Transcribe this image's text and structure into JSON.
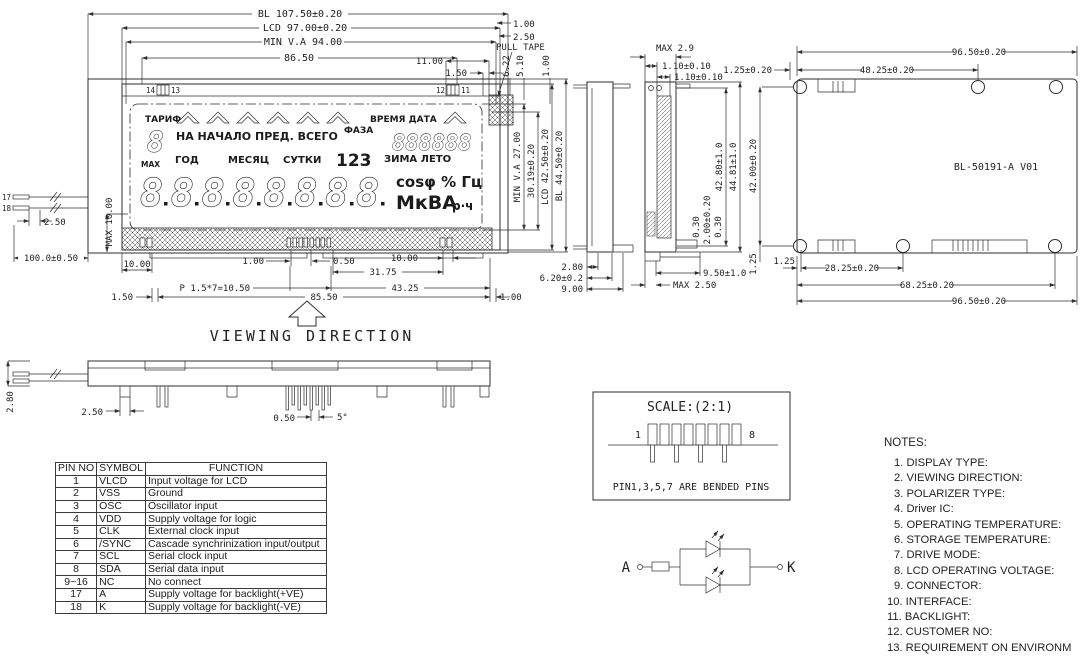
{
  "drawing": {
    "part_number": "BL-50191-A V01",
    "viewing_direction": "VIEWING DIRECTION"
  },
  "front": {
    "bl_w": "BL 107.50±0.20",
    "lcd_w": "LCD 97.00±0.20",
    "va_w": "MIN V.A 94.00",
    "d86": "86.50",
    "d11": "11.00",
    "d15t": "1.50",
    "d1tr": "1.00",
    "d25tr": "2.50",
    "pull_tape": "PULL TAPE",
    "d622": "6.22",
    "d510": "5.10",
    "d1r": "1.00",
    "m14": "14",
    "m13": "13",
    "m12": "12",
    "m11": "11",
    "p17": "17",
    "p18": "18",
    "d25l": "2.50",
    "d100": "100.0±0.50",
    "max10": "MAX 10.00",
    "va_h": "MIN V.A 27.00",
    "d3019": "30.19±0.20",
    "lcd_h": "LCD 42.50±0.20",
    "bl_h": "BL 44.50±0.20",
    "d10a": "10.00",
    "d1b": "1.00",
    "d05": "0.50",
    "d10b": "10.00",
    "d3175": "31.75",
    "pitch": "P 1.5*7=10.50",
    "d4325": "43.25",
    "d15b": "1.50",
    "d8550": "85.50",
    "d1c": "1.00"
  },
  "lcd": {
    "tarif": "ТАРИФ",
    "vremya": "ВРЕМЯ ДАТА",
    "nachalo": "НА НАЧАЛО ПРЕД. ВСЕГО",
    "faza": "ФАЗА",
    "digits6": "888888",
    "max": "MAX",
    "god": "ГОД",
    "mesyac": "МЕСЯЦ",
    "sutki": "СУТКИ",
    "n123": "123",
    "zima": "ЗИМА ЛЕТО",
    "digit1": "8",
    "digits8": "88888888",
    "cosphi": "cosφ % Гц",
    "units": "МкВА",
    "units_sub": "р·ч"
  },
  "side": {
    "max29": "MAX 2.9",
    "d110a": "1.10±0.10",
    "d110b": "1.10±0.10",
    "d4280": "42.80±1.0",
    "d4481": "44.81±1.0",
    "d030a": "0.30",
    "d200": "2.00±0.20",
    "d030b": "0.30",
    "d280": "2.80",
    "d620": "6.20±0.2",
    "d900": "9.00",
    "d950": "9.50±1.0",
    "max250": "MAX 2.50"
  },
  "back": {
    "d9650t": "96.50±0.20",
    "d4825": "48.25±0.20",
    "d125t": "1.25±0.20",
    "d4200": "42.00±0.20",
    "d125l": "1.25",
    "d125b": "1.25",
    "d2825": "28.25±0.20",
    "d6825": "68.25±0.20",
    "d9650b": "96.50±0.20"
  },
  "bottom": {
    "d280": "2.80",
    "d250": "2.50",
    "d050": "0.50",
    "d5": "5°"
  },
  "pin_table": {
    "headers": [
      "PIN NO",
      "SYMBOL",
      "FUNCTION"
    ],
    "rows": [
      [
        "1",
        "VLCD",
        "Input voltage for LCD"
      ],
      [
        "2",
        "VSS",
        "Ground"
      ],
      [
        "3",
        "OSC",
        "Oscillator input"
      ],
      [
        "4",
        "VDD",
        "Supply voltage for logic"
      ],
      [
        "5",
        "CLK",
        "External clock input"
      ],
      [
        "6",
        "/SYNC",
        "Cascade synchrinization input/output"
      ],
      [
        "7",
        "SCL",
        "Serial clock input"
      ],
      [
        "8",
        "SDA",
        "Serial data input"
      ],
      [
        "9~16",
        "NC",
        "No connect"
      ],
      [
        "17",
        "A",
        "Supply voltage for backlight(+VE)"
      ],
      [
        "18",
        "K",
        "Supply voltage for backlight(-VE)"
      ]
    ]
  },
  "connector": {
    "scale": "SCALE:(2:1)",
    "p1": "1",
    "p8": "8",
    "note": "PIN1,3,5,7 ARE BENDED PINS"
  },
  "led": {
    "a": "A",
    "k": "K"
  },
  "notes": {
    "title": "NOTES:",
    "items": [
      "1. DISPLAY TYPE:",
      "2. VIEWING DIRECTION:",
      "3. POLARIZER TYPE:",
      "4. Driver IC:",
      "5. OPERATING TEMPERATURE:",
      "6. STORAGE TEMPERATURE:",
      "7. DRIVE MODE:",
      "8. LCD OPERATING VOLTAGE:",
      "9. CONNECTOR:",
      "10. INTERFACE:",
      "11. BACKLIGHT:",
      "12. CUSTOMER NO:",
      "13. REQUIREMENT ON ENVIRONM"
    ]
  }
}
